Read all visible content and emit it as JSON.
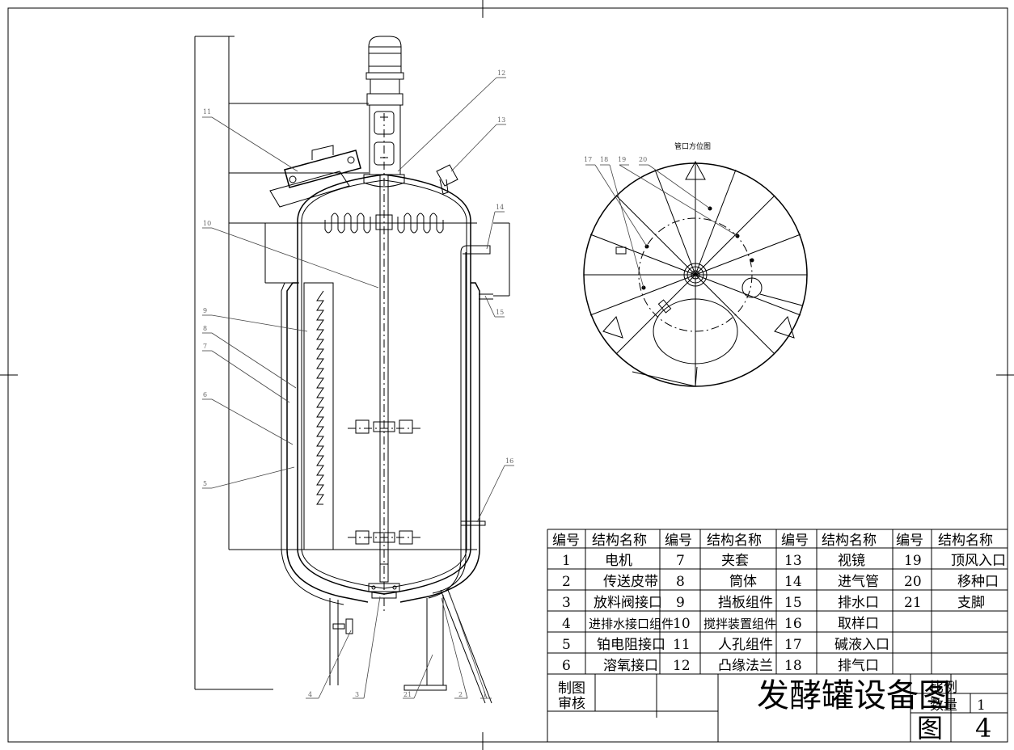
{
  "diagram": {
    "top_view_title": "管口方位图",
    "callouts_front": [
      "1",
      "2",
      "3",
      "4",
      "5",
      "6",
      "7",
      "8",
      "9",
      "10",
      "11",
      "12",
      "13",
      "14",
      "15",
      "16",
      "21"
    ],
    "callouts_top": [
      "17",
      "18",
      "19",
      "20"
    ]
  },
  "parts_table": {
    "headers": [
      "编号",
      "结构名称",
      "编号",
      "结构名称",
      "编号",
      "结构名称",
      "编号",
      "结构名称"
    ],
    "rows": [
      [
        "1",
        "电机",
        "7",
        "夹套",
        "13",
        "视镜",
        "19",
        "顶风入口"
      ],
      [
        "2",
        "传送皮带",
        "8",
        "筒体",
        "14",
        "进气管",
        "20",
        "移种口"
      ],
      [
        "3",
        "放料阀接口",
        "9",
        "挡板组件",
        "15",
        "排水口",
        "21",
        "支脚"
      ],
      [
        "4",
        "进排水接口组件",
        "10",
        "搅拌装置组件",
        "16",
        "取样口",
        "",
        ""
      ],
      [
        "5",
        "铂电阻接口",
        "11",
        "人孔组件",
        "17",
        "碱液入口",
        "",
        ""
      ],
      [
        "6",
        "溶氧接口",
        "12",
        "凸缘法兰",
        "18",
        "排气口",
        "",
        ""
      ]
    ]
  },
  "title_block": {
    "drawn_label": "制图",
    "checked_label": "审核",
    "title": "发酵罐设备图",
    "scale_label": "比例",
    "qty_label": "数量",
    "qty_value": "1",
    "fig_label": "图",
    "fig_number": "4"
  }
}
